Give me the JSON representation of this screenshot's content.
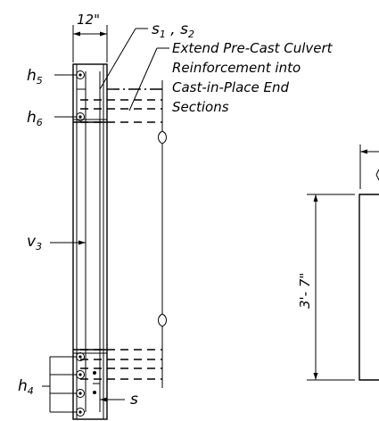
{
  "labels": {
    "width_dim": "12\"",
    "bars_s": "s",
    "bars_s_sub1": "1",
    "bars_s_sep": " , s",
    "bars_s_sub2": "2",
    "note_line1": "Extend Pre-Cast Culvert",
    "note_line2": "Reinforcement into",
    "note_line3": "Cast-in-Place End",
    "note_line4": "Sections",
    "h5": "h",
    "h5_sub": "5",
    "h6": "h",
    "h6_sub": "6",
    "v3": "v",
    "v3_sub": "3",
    "h4": "h",
    "h4_sub": "4",
    "s_bottom": "s",
    "height_dim": "3'- 7\""
  }
}
